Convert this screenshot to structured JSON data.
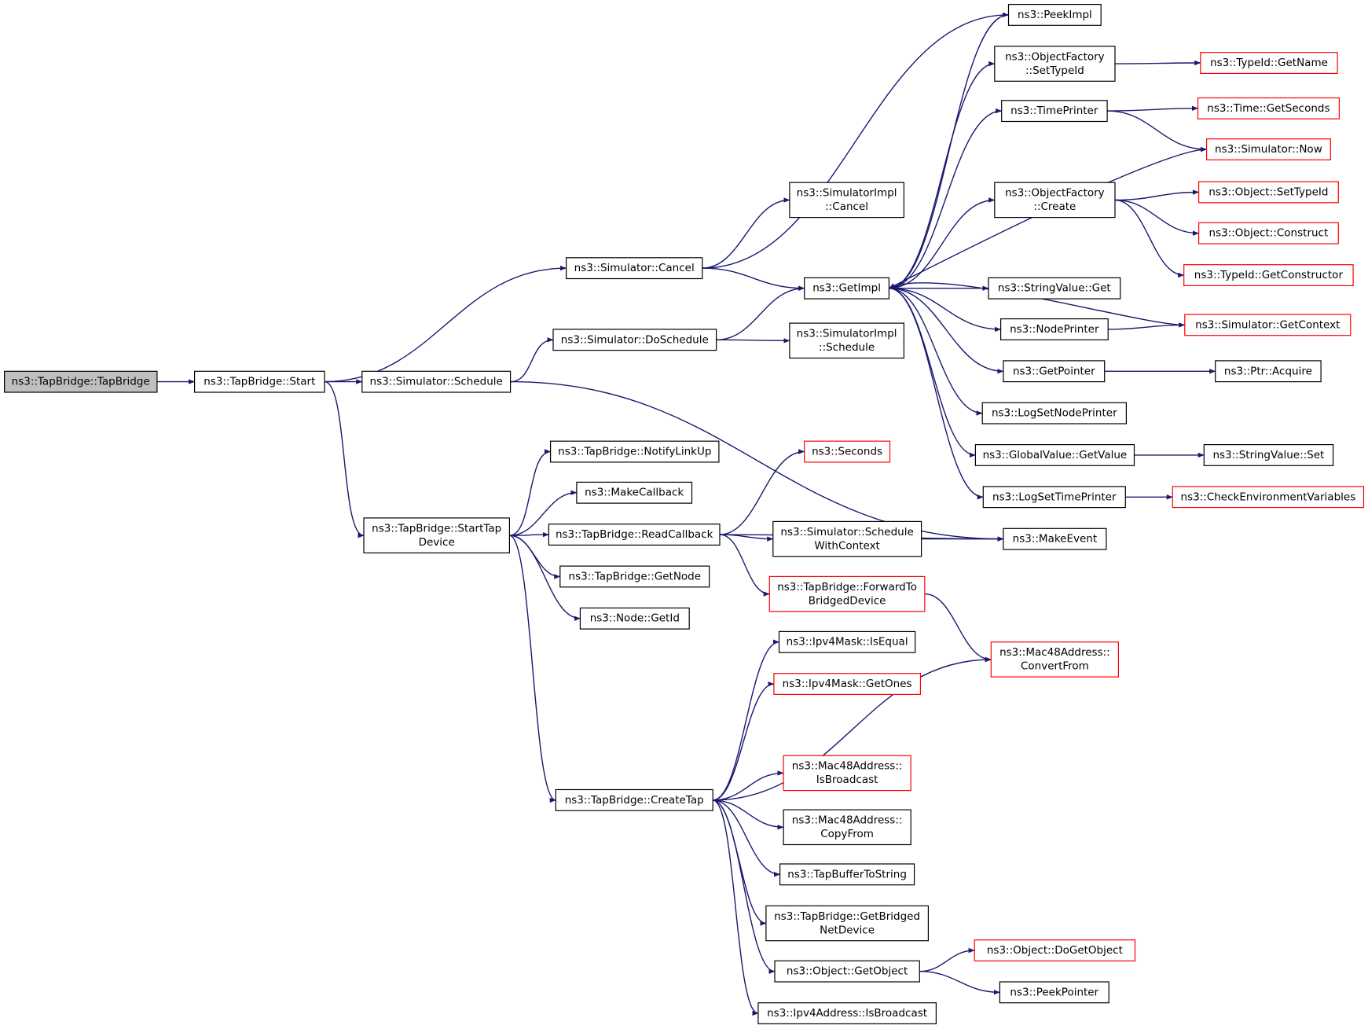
{
  "diagram": {
    "colors": {
      "edge": "#191970",
      "node_border": "#000000",
      "node_border_undocumented": "#ff0000",
      "node_fill": "#ffffff",
      "root_fill": "#bfbfbf"
    },
    "nodes": [
      {
        "id": "tapbridge_tapbridge",
        "lines": [
          "ns3::TapBridge::TapBridge"
        ],
        "kind": "root"
      },
      {
        "id": "tapbridge_start",
        "lines": [
          "ns3::TapBridge::Start"
        ],
        "kind": "normal"
      },
      {
        "id": "simulator_cancel",
        "lines": [
          "ns3::Simulator::Cancel"
        ],
        "kind": "normal"
      },
      {
        "id": "simulator_doschedule",
        "lines": [
          "ns3::Simulator::DoSchedule"
        ],
        "kind": "normal"
      },
      {
        "id": "simulator_schedule",
        "lines": [
          "ns3::Simulator::Schedule"
        ],
        "kind": "normal"
      },
      {
        "id": "tapbridge_starttapdevice",
        "lines": [
          "ns3::TapBridge::StartTap",
          "Device"
        ],
        "kind": "normal"
      },
      {
        "id": "simimpl_cancel",
        "lines": [
          "ns3::SimulatorImpl",
          "::Cancel"
        ],
        "kind": "normal"
      },
      {
        "id": "simimpl_schedule",
        "lines": [
          "ns3::SimulatorImpl",
          "::Schedule"
        ],
        "kind": "normal"
      },
      {
        "id": "getimpl",
        "lines": [
          "ns3::GetImpl"
        ],
        "kind": "normal"
      },
      {
        "id": "notifylinkup",
        "lines": [
          "ns3::TapBridge::NotifyLinkUp"
        ],
        "kind": "normal"
      },
      {
        "id": "makecallback",
        "lines": [
          "ns3::MakeCallback"
        ],
        "kind": "normal"
      },
      {
        "id": "readcallback",
        "lines": [
          "ns3::TapBridge::ReadCallback"
        ],
        "kind": "normal"
      },
      {
        "id": "getnode",
        "lines": [
          "ns3::TapBridge::GetNode"
        ],
        "kind": "normal"
      },
      {
        "id": "node_getid",
        "lines": [
          "ns3::Node::GetId"
        ],
        "kind": "normal"
      },
      {
        "id": "createtap",
        "lines": [
          "ns3::TapBridge::CreateTap"
        ],
        "kind": "normal"
      },
      {
        "id": "seconds",
        "lines": [
          "ns3::Seconds"
        ],
        "kind": "undocumented"
      },
      {
        "id": "schedulewithcontext",
        "lines": [
          "ns3::Simulator::Schedule",
          "WithContext"
        ],
        "kind": "normal"
      },
      {
        "id": "forwardtobridged",
        "lines": [
          "ns3::TapBridge::ForwardTo",
          "BridgedDevice"
        ],
        "kind": "undocumented"
      },
      {
        "id": "ipv4mask_isequal",
        "lines": [
          "ns3::Ipv4Mask::IsEqual"
        ],
        "kind": "normal"
      },
      {
        "id": "ipv4mask_getones",
        "lines": [
          "ns3::Ipv4Mask::GetOnes"
        ],
        "kind": "undocumented"
      },
      {
        "id": "mac48_isbroadcast",
        "lines": [
          "ns3::Mac48Address::",
          "IsBroadcast"
        ],
        "kind": "undocumented"
      },
      {
        "id": "mac48_copyfrom",
        "lines": [
          "ns3::Mac48Address::",
          "CopyFrom"
        ],
        "kind": "normal"
      },
      {
        "id": "tapbuffertostring",
        "lines": [
          "ns3::TapBufferToString"
        ],
        "kind": "normal"
      },
      {
        "id": "getbridgednetdevice",
        "lines": [
          "ns3::TapBridge::GetBridged",
          "NetDevice"
        ],
        "kind": "normal"
      },
      {
        "id": "object_getobject",
        "lines": [
          "ns3::Object::GetObject"
        ],
        "kind": "normal"
      },
      {
        "id": "ipv4addr_isbroadcast",
        "lines": [
          "ns3::Ipv4Address::IsBroadcast"
        ],
        "kind": "normal"
      },
      {
        "id": "peekimpl",
        "lines": [
          "ns3::PeekImpl"
        ],
        "kind": "normal"
      },
      {
        "id": "objfactory_settypeid",
        "lines": [
          "ns3::ObjectFactory",
          "::SetTypeId"
        ],
        "kind": "normal"
      },
      {
        "id": "timeprinter",
        "lines": [
          "ns3::TimePrinter"
        ],
        "kind": "normal"
      },
      {
        "id": "objfactory_create",
        "lines": [
          "ns3::ObjectFactory",
          "::Create"
        ],
        "kind": "normal"
      },
      {
        "id": "stringvalue_get",
        "lines": [
          "ns3::StringValue::Get"
        ],
        "kind": "normal"
      },
      {
        "id": "nodeprinter",
        "lines": [
          "ns3::NodePrinter"
        ],
        "kind": "normal"
      },
      {
        "id": "getpointer",
        "lines": [
          "ns3::GetPointer"
        ],
        "kind": "normal"
      },
      {
        "id": "logsetnodeprinter",
        "lines": [
          "ns3::LogSetNodePrinter"
        ],
        "kind": "normal"
      },
      {
        "id": "globalvalue_getvalue",
        "lines": [
          "ns3::GlobalValue::GetValue"
        ],
        "kind": "normal"
      },
      {
        "id": "logsettimeprinter",
        "lines": [
          "ns3::LogSetTimePrinter"
        ],
        "kind": "normal"
      },
      {
        "id": "makeevent",
        "lines": [
          "ns3::MakeEvent"
        ],
        "kind": "normal"
      },
      {
        "id": "mac48_convertfrom",
        "lines": [
          "ns3::Mac48Address::",
          "ConvertFrom"
        ],
        "kind": "undocumented"
      },
      {
        "id": "object_dogetobject",
        "lines": [
          "ns3::Object::DoGetObject"
        ],
        "kind": "undocumented"
      },
      {
        "id": "peekpointer",
        "lines": [
          "ns3::PeekPointer"
        ],
        "kind": "normal"
      },
      {
        "id": "typeid_getname",
        "lines": [
          "ns3::TypeId::GetName"
        ],
        "kind": "undocumented"
      },
      {
        "id": "time_getseconds",
        "lines": [
          "ns3::Time::GetSeconds"
        ],
        "kind": "undocumented"
      },
      {
        "id": "simulator_now",
        "lines": [
          "ns3::Simulator::Now"
        ],
        "kind": "undocumented"
      },
      {
        "id": "object_settypeid",
        "lines": [
          "ns3::Object::SetTypeId"
        ],
        "kind": "undocumented"
      },
      {
        "id": "object_construct",
        "lines": [
          "ns3::Object::Construct"
        ],
        "kind": "undocumented"
      },
      {
        "id": "typeid_getconstructor",
        "lines": [
          "ns3::TypeId::GetConstructor"
        ],
        "kind": "undocumented"
      },
      {
        "id": "simulator_getcontext",
        "lines": [
          "ns3::Simulator::GetContext"
        ],
        "kind": "undocumented"
      },
      {
        "id": "ptr_acquire",
        "lines": [
          "ns3::Ptr::Acquire"
        ],
        "kind": "normal"
      },
      {
        "id": "stringvalue_set",
        "lines": [
          "ns3::StringValue::Set"
        ],
        "kind": "normal"
      },
      {
        "id": "checkenvvars",
        "lines": [
          "ns3::CheckEnvironmentVariables"
        ],
        "kind": "undocumented"
      }
    ],
    "edges": [
      [
        "tapbridge_tapbridge",
        "tapbridge_start"
      ],
      [
        "tapbridge_start",
        "simulator_cancel"
      ],
      [
        "tapbridge_start",
        "simulator_schedule"
      ],
      [
        "tapbridge_start",
        "tapbridge_starttapdevice"
      ],
      [
        "simulator_cancel",
        "simimpl_cancel"
      ],
      [
        "simulator_cancel",
        "peekimpl"
      ],
      [
        "simulator_cancel",
        "getimpl"
      ],
      [
        "simulator_schedule",
        "simulator_doschedule"
      ],
      [
        "simulator_schedule",
        "makeevent"
      ],
      [
        "simulator_doschedule",
        "getimpl"
      ],
      [
        "simulator_doschedule",
        "simimpl_schedule"
      ],
      [
        "tapbridge_starttapdevice",
        "notifylinkup"
      ],
      [
        "tapbridge_starttapdevice",
        "makecallback"
      ],
      [
        "tapbridge_starttapdevice",
        "readcallback"
      ],
      [
        "tapbridge_starttapdevice",
        "getnode"
      ],
      [
        "tapbridge_starttapdevice",
        "node_getid"
      ],
      [
        "tapbridge_starttapdevice",
        "createtap"
      ],
      [
        "readcallback",
        "seconds"
      ],
      [
        "readcallback",
        "makeevent"
      ],
      [
        "readcallback",
        "schedulewithcontext"
      ],
      [
        "readcallback",
        "forwardtobridged"
      ],
      [
        "schedulewithcontext",
        "makeevent"
      ],
      [
        "forwardtobridged",
        "mac48_convertfrom"
      ],
      [
        "createtap",
        "ipv4mask_isequal"
      ],
      [
        "createtap",
        "ipv4mask_getones"
      ],
      [
        "createtap",
        "mac48_convertfrom"
      ],
      [
        "createtap",
        "mac48_isbroadcast"
      ],
      [
        "createtap",
        "mac48_copyfrom"
      ],
      [
        "createtap",
        "tapbuffertostring"
      ],
      [
        "createtap",
        "getbridgednetdevice"
      ],
      [
        "createtap",
        "object_getobject"
      ],
      [
        "createtap",
        "ipv4addr_isbroadcast"
      ],
      [
        "object_getobject",
        "object_dogetobject"
      ],
      [
        "object_getobject",
        "peekpointer"
      ],
      [
        "getimpl",
        "peekimpl"
      ],
      [
        "getimpl",
        "objfactory_settypeid"
      ],
      [
        "getimpl",
        "timeprinter"
      ],
      [
        "getimpl",
        "objfactory_create"
      ],
      [
        "getimpl",
        "stringvalue_get"
      ],
      [
        "getimpl",
        "nodeprinter"
      ],
      [
        "getimpl",
        "getpointer"
      ],
      [
        "getimpl",
        "logsetnodeprinter"
      ],
      [
        "getimpl",
        "globalvalue_getvalue"
      ],
      [
        "getimpl",
        "logsettimeprinter"
      ],
      [
        "objfactory_settypeid",
        "typeid_getname"
      ],
      [
        "timeprinter",
        "time_getseconds"
      ],
      [
        "timeprinter",
        "simulator_now"
      ],
      [
        "simulator_now",
        "getimpl"
      ],
      [
        "objfactory_create",
        "object_settypeid"
      ],
      [
        "objfactory_create",
        "object_construct"
      ],
      [
        "objfactory_create",
        "typeid_getconstructor"
      ],
      [
        "simulator_getcontext",
        "getimpl"
      ],
      [
        "nodeprinter",
        "simulator_getcontext"
      ],
      [
        "getpointer",
        "ptr_acquire"
      ],
      [
        "globalvalue_getvalue",
        "stringvalue_set"
      ],
      [
        "logsettimeprinter",
        "checkenvvars"
      ]
    ]
  }
}
